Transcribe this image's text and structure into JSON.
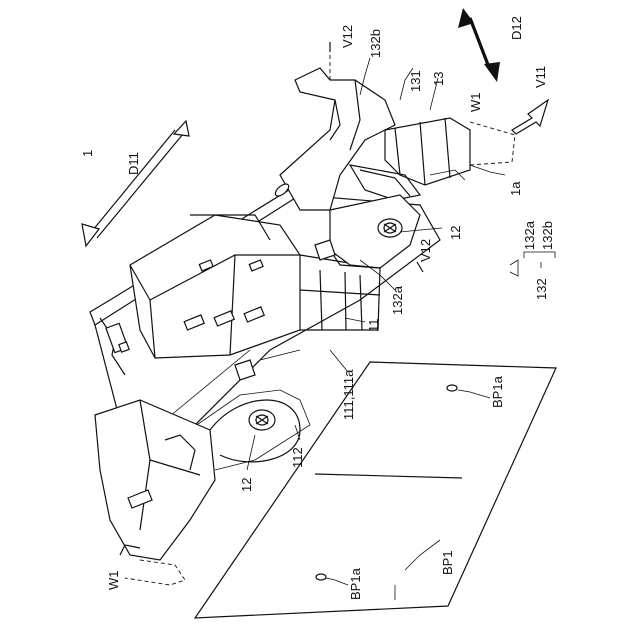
{
  "figure": {
    "labels": {
      "fig_ref": "1",
      "d11": "D11",
      "d12": "D12",
      "v12_top": "V12",
      "v12_mid": "V12",
      "v11": "V11",
      "w1_top": "W1",
      "w1_bottom": "W1",
      "l132b_top": "132b",
      "l131": "131",
      "l13": "13",
      "l1a": "1a",
      "l12_right": "12",
      "l12_left": "12",
      "l132a": "132a",
      "l11": "11",
      "l111": "111,111a",
      "l112": "112",
      "bp1": "BP1",
      "bp1a_top": "BP1a",
      "bp1a_bottom": "BP1a",
      "legend_main": "132",
      "legend_a": "132a",
      "legend_b": "132b"
    }
  }
}
